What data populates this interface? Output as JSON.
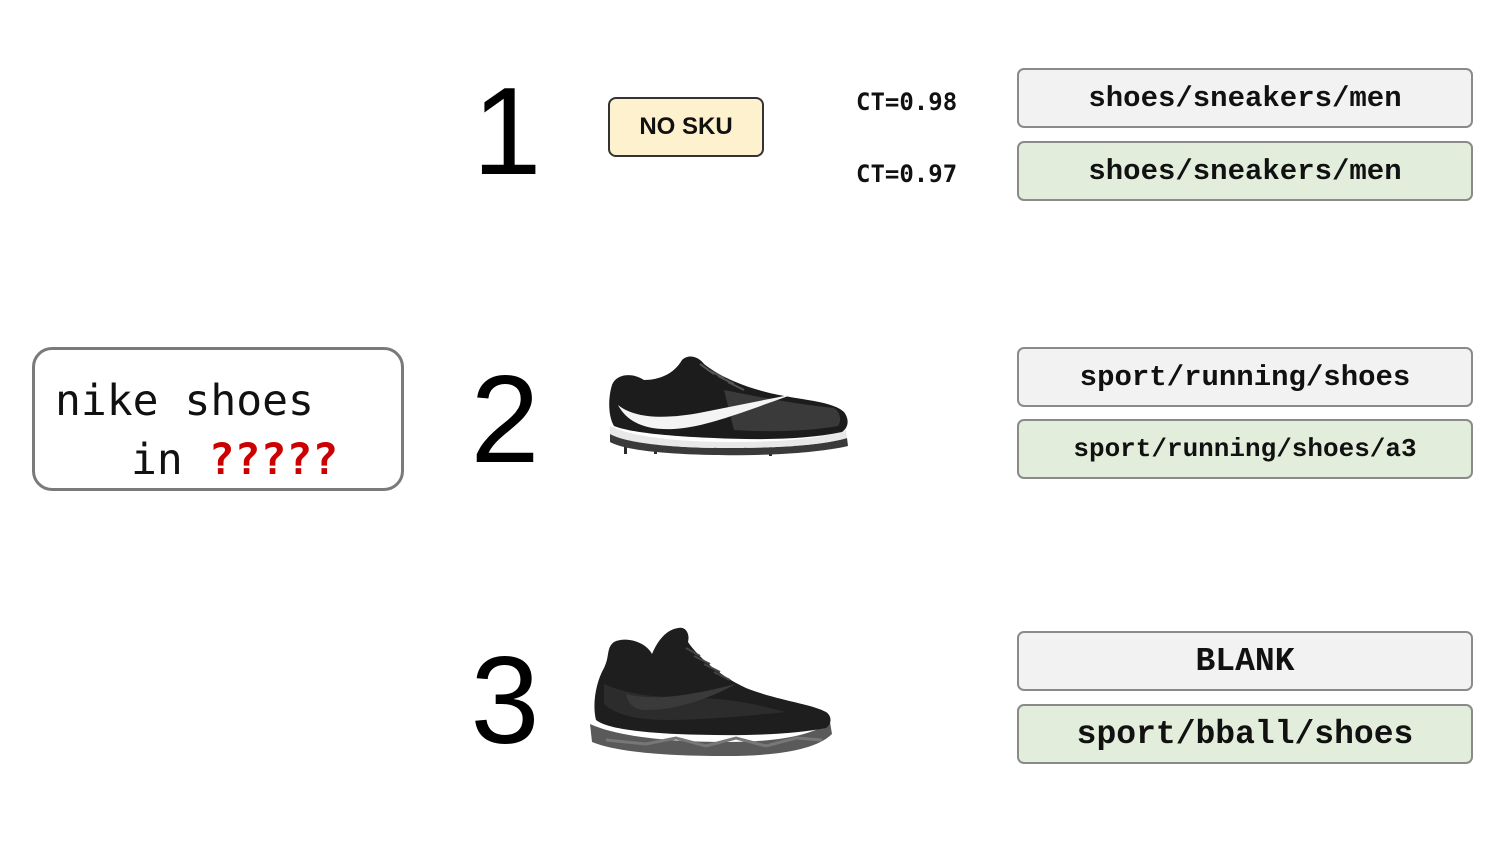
{
  "query": {
    "line1": "nike shoes",
    "line2_prefix": "in ",
    "line2_mark": "?????"
  },
  "rows": [
    {
      "number": "1",
      "product": {
        "label": "NO SKU"
      },
      "predictions": [
        {
          "confidence": "CT=0.98",
          "category": "shoes/sneakers/men",
          "color": "#f2f2f2"
        },
        {
          "confidence": "CT=0.97",
          "category": "shoes/sneakers/men",
          "color": "#e2eedb"
        }
      ]
    },
    {
      "number": "2",
      "product": {
        "image": "running-spike-shoe"
      },
      "predictions": [
        {
          "category": "sport/running/shoes",
          "color": "#f2f2f2"
        },
        {
          "category": "sport/running/shoes/a3",
          "color": "#e2eedb"
        }
      ]
    },
    {
      "number": "3",
      "product": {
        "image": "basketball-shoe"
      },
      "predictions": [
        {
          "category": "BLANK",
          "color": "#f2f2f2"
        },
        {
          "category": "sport/bball/shoes",
          "color": "#e2eedb"
        }
      ]
    }
  ],
  "colors": {
    "query_mark": "#cc0000",
    "no_sku_fill": "#fdf2cd",
    "box_grey": "#f2f2f2",
    "box_green": "#e2eedb"
  }
}
